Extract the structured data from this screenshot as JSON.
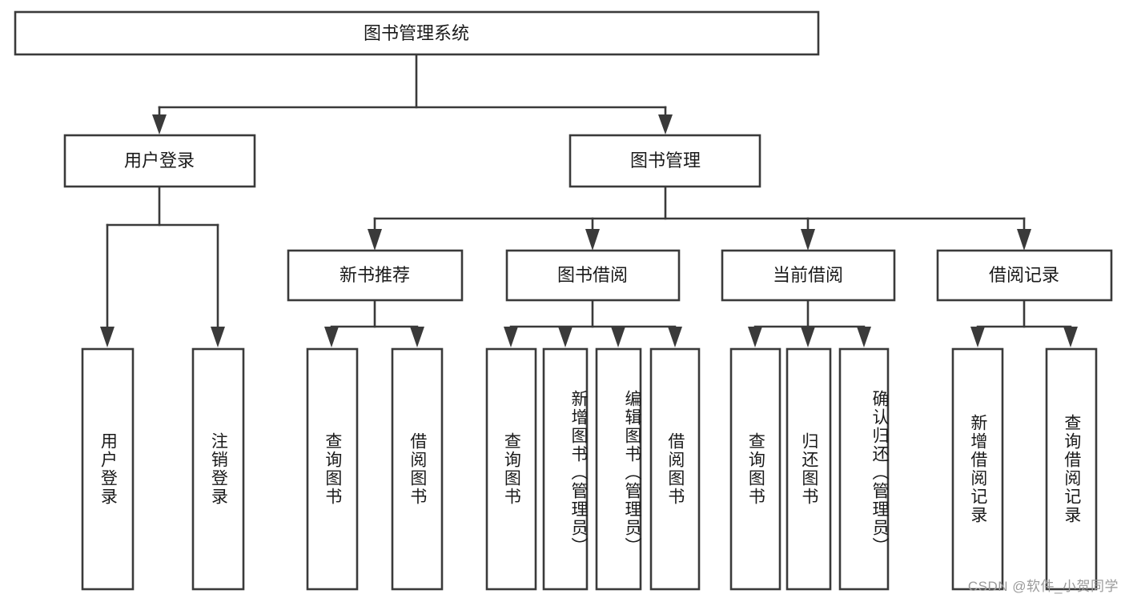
{
  "diagram": {
    "type": "tree-hierarchy-chart",
    "title": "图书管理系统",
    "orientation": "top-down",
    "colors": {
      "box_stroke": "#3a3a3a",
      "box_fill": "#ffffff",
      "connector": "#3a3a3a",
      "text": "#1a1a1a",
      "background": "#ffffff",
      "watermark": "#9a9a9a"
    },
    "root": {
      "label": "图书管理系统"
    },
    "level2": [
      {
        "label": "用户登录"
      },
      {
        "label": "图书管理"
      }
    ],
    "level3": [
      {
        "label": "新书推荐"
      },
      {
        "label": "图书借阅"
      },
      {
        "label": "当前借阅"
      },
      {
        "label": "借阅记录"
      }
    ],
    "leaves_user_login": [
      {
        "label": "用户登录"
      },
      {
        "label": "注销登录"
      }
    ],
    "leaves_new_book": [
      {
        "label": "查询图书"
      },
      {
        "label": "借阅图书"
      }
    ],
    "leaves_borrow": [
      {
        "label": "查询图书"
      },
      {
        "label": "新增图书（管理员）"
      },
      {
        "label": "编辑图书（管理员）"
      },
      {
        "label": "借阅图书"
      }
    ],
    "leaves_current": [
      {
        "label": "查询图书"
      },
      {
        "label": "归还图书"
      },
      {
        "label": "确认归还（管理员）"
      }
    ],
    "leaves_record": [
      {
        "label": "新增借阅记录"
      },
      {
        "label": "查询借阅记录"
      }
    ]
  },
  "watermark": {
    "text": "CSDN @软件_小贺同学"
  }
}
